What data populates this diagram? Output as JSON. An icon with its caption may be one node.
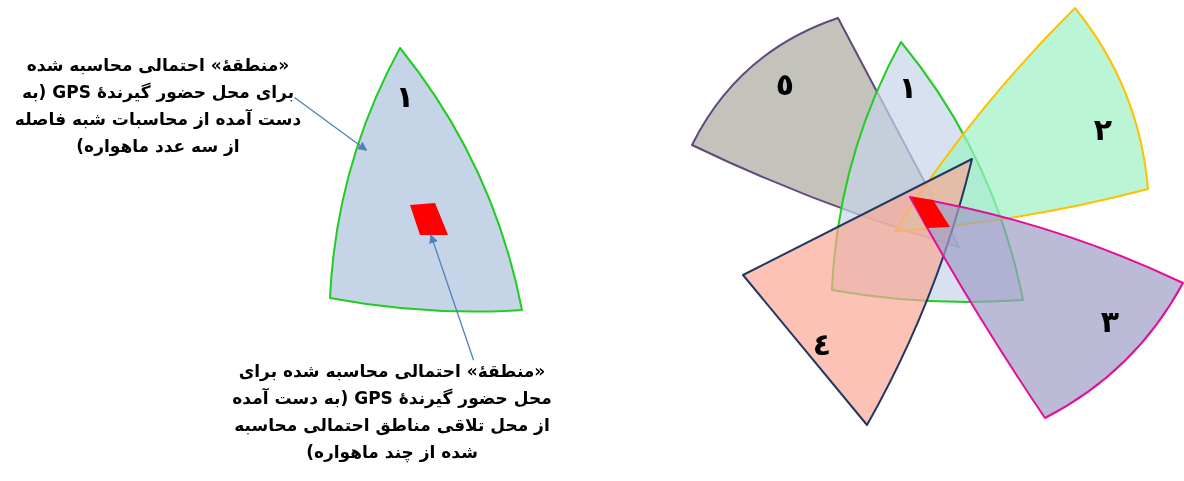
{
  "diagram": {
    "nodes": [
      {
        "text": [
          "١"
        ]
      },
      {
        "text": [],
        "shape": "box",
        "in": 0
      },
      {
        "text": [
          "«منطقهٔ» احتمالی محاسبه شده برای محل حضور گیرندهٔ GPS (به دست آمده از محاسبات شبه فاصله از سه عدد ماهواره)"
        ]
      },
      {
        "text": [
          "«منطقهٔ» احتمالی محاسبه شده برای محل حضور گیرندهٔ GPS (به دست آمده از محل تلاقی مناطق احتمالی محاسبه شده از چند ماهواره)"
        ]
      },
      {
        "text": [
          "٥"
        ]
      },
      {
        "text": [
          "١"
        ]
      },
      {
        "text": [
          "٢"
        ]
      },
      {
        "text": [
          "٤"
        ]
      },
      {
        "text": [
          "٣"
        ]
      },
      {
        "text": [],
        "shape": "box"
      }
    ],
    "edges": [
      {
        "from": 2,
        "to": 0,
        "arrow": "to"
      },
      {
        "from": 3,
        "to": 1,
        "arrow": "to"
      }
    ]
  }
}
